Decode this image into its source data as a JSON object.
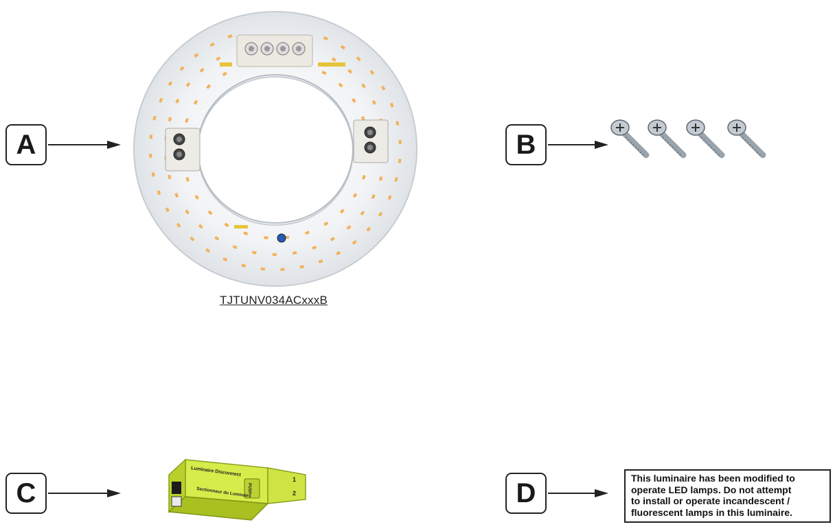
{
  "callouts": {
    "a": "A",
    "b": "B",
    "c": "C",
    "d": "D"
  },
  "model_number": "TJTUNV034ACxxxB",
  "warning_lines": [
    "This luminaire has been modified to",
    "operate LED lamps. Do not attempt",
    "to install or operate  incandescent /",
    "fluorescent lamps in this luminaire."
  ],
  "connector_text": {
    "top": "Luminaire Disconnect",
    "bottom": "Sectionneur du Luminaire",
    "push": "PUSH",
    "n1": "1",
    "n2": "2"
  },
  "colors": {
    "led": "#f2b25a",
    "connector": "#c9e33a",
    "screw": "#9aa4ad"
  }
}
